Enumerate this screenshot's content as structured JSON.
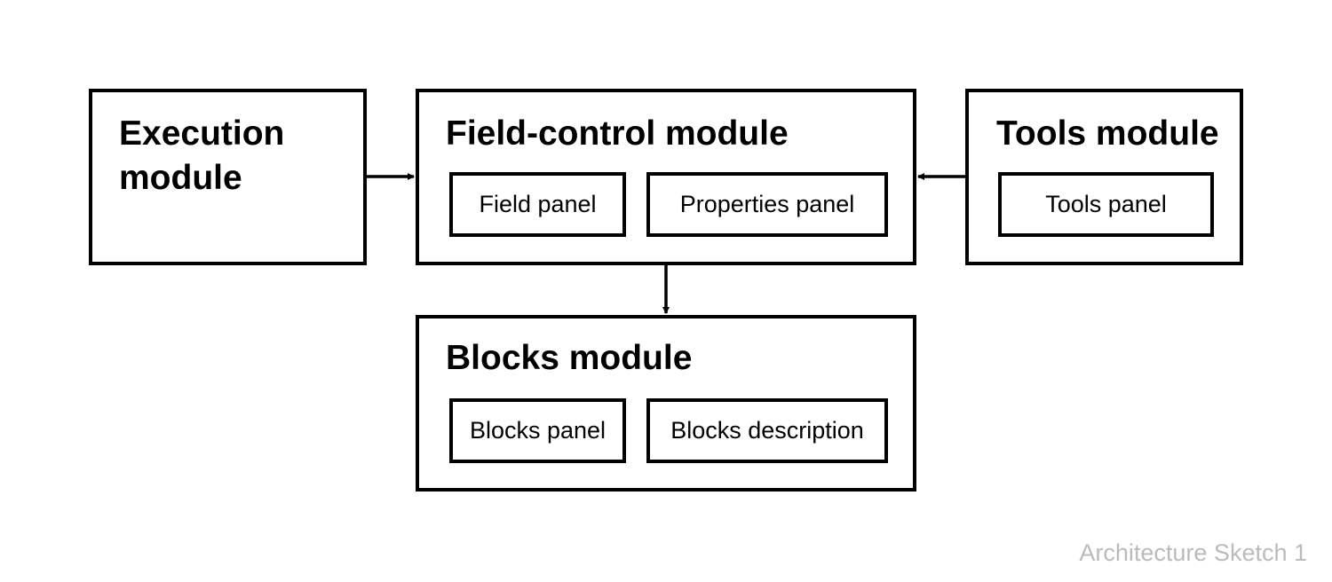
{
  "modules": {
    "execution": {
      "title": "Execution module"
    },
    "field_control": {
      "title": "Field-control module",
      "panels": [
        "Field panel",
        "Properties panel"
      ]
    },
    "tools": {
      "title": "Tools module",
      "panels": [
        "Tools panel"
      ]
    },
    "blocks": {
      "title": "Blocks module",
      "panels": [
        "Blocks panel",
        "Blocks description"
      ]
    }
  },
  "connections": [
    {
      "from": "Execution module",
      "to": "Field-control module"
    },
    {
      "from": "Tools module",
      "to": "Field-control module"
    },
    {
      "from": "Field-control module",
      "to": "Blocks module"
    }
  ],
  "caption": "Architecture Sketch 1",
  "colors": {
    "stroke": "#000000",
    "background": "#ffffff",
    "caption": "#bbbbbb"
  }
}
